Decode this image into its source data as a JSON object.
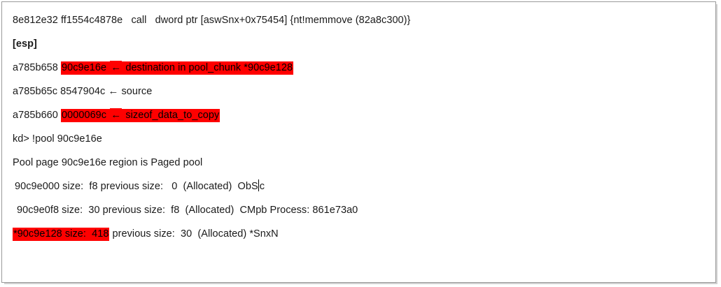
{
  "document": {
    "kind": "kernel-debugger-text-listing",
    "border_color": "#9a9a9a",
    "background": "#ffffff",
    "highlight_color": "#ff0000",
    "text_color": "#1a1a1a"
  },
  "lines": [
    {
      "id": "disasm-call",
      "bold": false,
      "indent": "flush",
      "segments": [
        {
          "text": "8e812e32 ff1554c4878e   call   dword ptr [aswSnx+0x75454] {nt!memmove (82a8c300)}",
          "highlight": false
        }
      ]
    },
    {
      "id": "esp-label",
      "bold": true,
      "indent": "flush",
      "segments": [
        {
          "text": "[esp]",
          "highlight": false
        }
      ]
    },
    {
      "id": "stack-destination",
      "bold": false,
      "indent": "flush",
      "segments": [
        {
          "text": "a785b658 ",
          "highlight": false
        },
        {
          "text": "90c9e16e ",
          "highlight": true
        },
        {
          "text": "←",
          "highlight": true,
          "arrow": true
        },
        {
          "text": " destination in pool_chunk *90c9e128",
          "highlight": true
        }
      ]
    },
    {
      "id": "stack-source",
      "bold": false,
      "indent": "flush",
      "segments": [
        {
          "text": "a785b65c 8547904c ",
          "highlight": false
        },
        {
          "text": "←",
          "highlight": false,
          "arrow": true
        },
        {
          "text": " source",
          "highlight": false
        }
      ]
    },
    {
      "id": "stack-size",
      "bold": false,
      "indent": "flush",
      "segments": [
        {
          "text": "a785b660 ",
          "highlight": false
        },
        {
          "text": "0000069c ",
          "highlight": true
        },
        {
          "text": "←",
          "highlight": true,
          "arrow": true
        },
        {
          "text": " sizeof_data_to_copy",
          "highlight": true
        }
      ]
    },
    {
      "id": "command-pool",
      "bold": false,
      "indent": "flush",
      "segments": [
        {
          "text": "kd> !pool 90c9e16e",
          "highlight": false
        }
      ]
    },
    {
      "id": "pool-page-region",
      "bold": false,
      "indent": "flush",
      "segments": [
        {
          "text": "Pool page 90c9e16e region is Paged pool",
          "highlight": false
        }
      ]
    },
    {
      "id": "pool-chunk-90c9e000",
      "bold": false,
      "indent": "indent-1",
      "segments": [
        {
          "text": "90c9e000 size:  f8 previous size:   0  (Allocated)  ObS",
          "highlight": false
        },
        {
          "caret": true
        },
        {
          "text": "c",
          "highlight": false
        }
      ]
    },
    {
      "id": "pool-chunk-90c9e0f8",
      "bold": false,
      "indent": "indent-2",
      "segments": [
        {
          "text": "90c9e0f8 size:  30 previous size:  f8  (Allocated)  CMpb Process: 861e73a0",
          "highlight": false
        }
      ]
    },
    {
      "id": "pool-chunk-90c9e128",
      "bold": false,
      "indent": "flush",
      "segments": [
        {
          "text": "*90c9e128 size:  418",
          "highlight": true
        },
        {
          "text": " previous size:  30  (Allocated) *SnxN",
          "highlight": false
        }
      ]
    }
  ]
}
